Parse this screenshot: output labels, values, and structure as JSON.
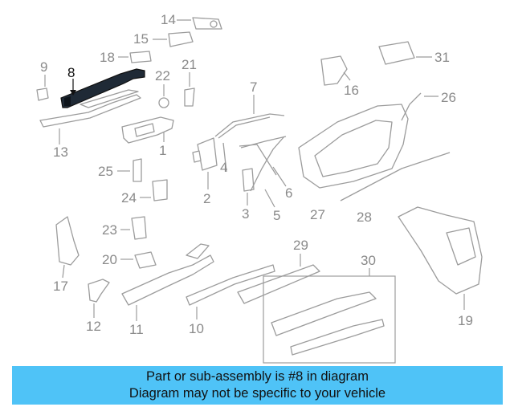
{
  "diagram": {
    "highlighted_part": "8",
    "callouts": [
      "8",
      "9",
      "13",
      "14",
      "15",
      "18",
      "22",
      "21",
      "1",
      "7",
      "2",
      "4",
      "3",
      "5",
      "6",
      "25",
      "24",
      "23",
      "20",
      "17",
      "12",
      "11",
      "10",
      "29",
      "30",
      "16",
      "31",
      "27",
      "26",
      "28",
      "19"
    ]
  },
  "banner": {
    "line1": "Part or sub-assembly is #8 in diagram",
    "line2": "Diagram may not be specific to your vehicle"
  },
  "colors": {
    "banner": "#4fc3f7",
    "linework": "#9c9c9c",
    "highlight": "#1f2a36"
  }
}
